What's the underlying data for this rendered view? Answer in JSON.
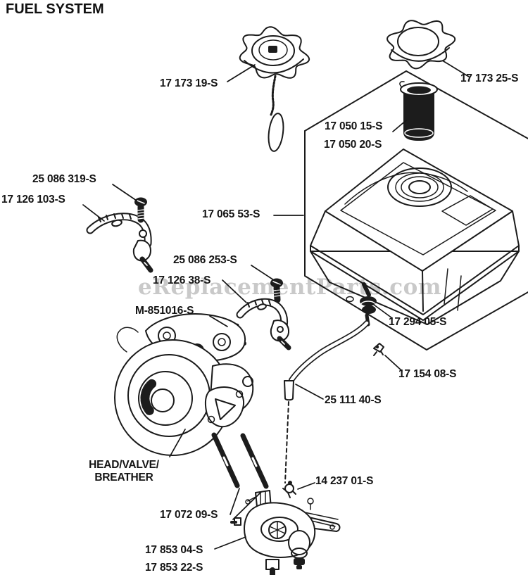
{
  "title": "FUEL SYSTEM",
  "watermark": "eReplacementParts.com",
  "diagram": {
    "labels": {
      "fuel_cap_tethered": "17 173 19-S",
      "fuel_cap": "17 173 25-S",
      "fuel_filter_a": "17 050 15-S",
      "fuel_filter_b": "17 050 20-S",
      "screw_upper": "25 086 319-S",
      "bracket_upper": "17 126 103-S",
      "fuel_tank": "17 065 53-S",
      "screw_lower": "25 086 253-S",
      "bracket_lower": "17 126 38-S",
      "flange_bolt": "M-851016-S",
      "fuel_outlet_valve": "17 294 05-S",
      "clamp_upper": "17 154 08-S",
      "fuel_line": "25 111 40-S",
      "head_valve_breather_1": "HEAD/VALVE/",
      "head_valve_breather_2": "BREATHER",
      "studs": "17 072 09-S",
      "clamp_lower": "14 237 01-S",
      "carburetor_a": "17 853 04-S",
      "carburetor_b": "17 853 22-S"
    }
  }
}
